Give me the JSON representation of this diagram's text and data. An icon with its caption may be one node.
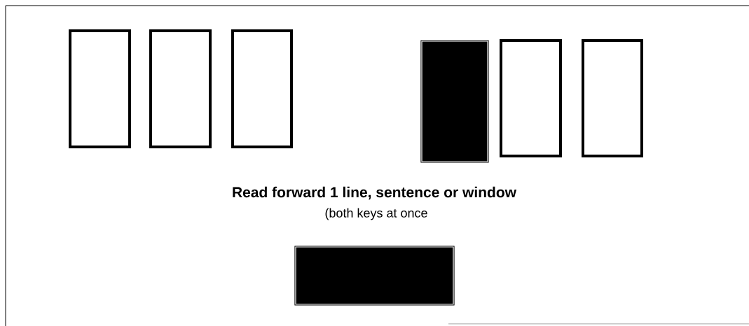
{
  "diagram": {
    "nodes": [
      {
        "text": [],
        "shape": "box"
      },
      {
        "text": [],
        "shape": "box"
      },
      {
        "text": [],
        "shape": "box"
      },
      {
        "text": [],
        "shape": "box"
      },
      {
        "text": [],
        "shape": "box"
      },
      {
        "text": [],
        "shape": "box"
      },
      {
        "text": [],
        "shape": "box"
      }
    ],
    "labels": [
      "Read forward 1 line, sentence or window",
      "(both keys at once"
    ]
  }
}
